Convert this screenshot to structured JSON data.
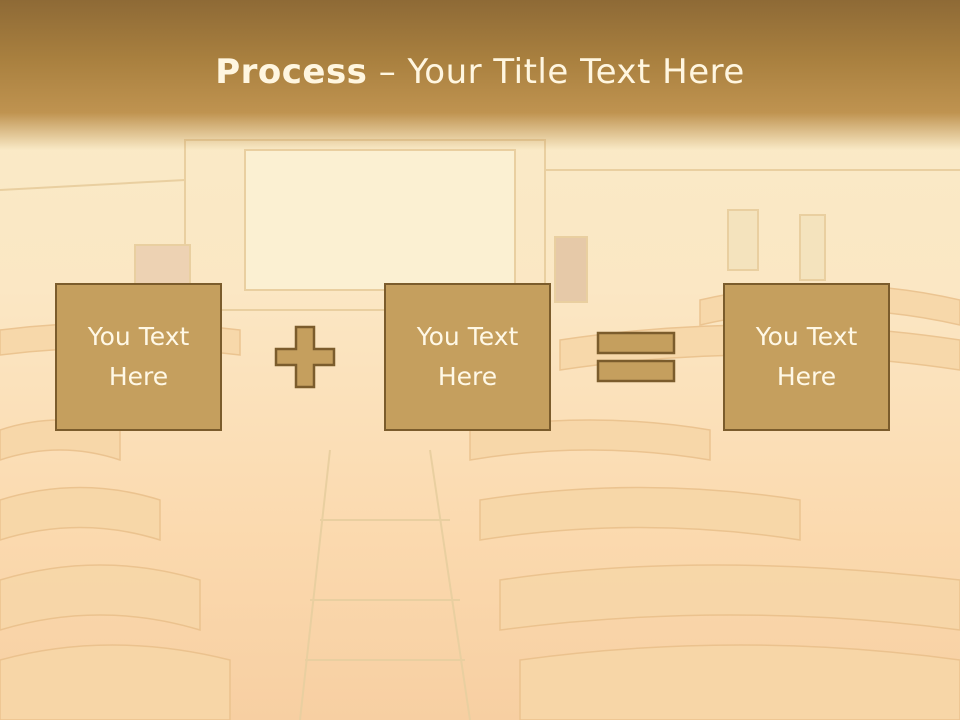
{
  "title": {
    "bold": "Process",
    "rest": " – Your Title Text Here"
  },
  "boxes": [
    {
      "text": "You Text Here"
    },
    {
      "text": "You Text Here"
    },
    {
      "text": "You Text Here"
    }
  ],
  "operators": {
    "first": "plus-icon",
    "second": "equals-icon"
  },
  "colors": {
    "header": "#a9803f",
    "box_fill": "#c59f5e",
    "box_border": "#7b5c2c",
    "text": "#fff8e6"
  }
}
